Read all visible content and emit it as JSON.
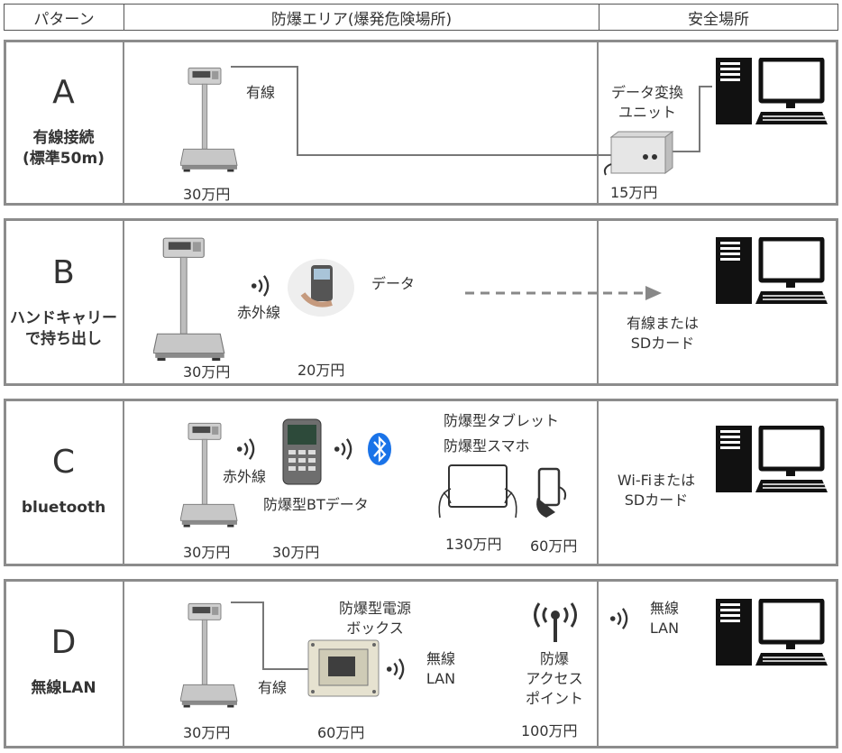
{
  "header": {
    "col1": "パターン",
    "col2": "防爆エリア(爆発危険場所)",
    "col3": "安全場所"
  },
  "rows": [
    {
      "letter": "A",
      "sub_lines": [
        "有線接続",
        "(標準50m)"
      ],
      "wire_label": "有線",
      "scale_price": "30万円",
      "converter_label_lines": [
        "データ変換",
        "ユニット"
      ],
      "converter_price": "15万円"
    },
    {
      "letter": "B",
      "sub_lines": [
        "ハンドキャリー",
        "で持ち出し"
      ],
      "ir_label": "赤外線",
      "data_label": "データ",
      "scale_price": "30万円",
      "handheld_price": "20万円",
      "safe_label_lines": [
        "有線または",
        "SDカード"
      ]
    },
    {
      "letter": "C",
      "sub_lines": [
        "bluetooth"
      ],
      "ir_label": "赤外線",
      "bt_device_label": "防爆型BTデータ",
      "tablet_label_lines": [
        "防爆型タブレット",
        "防爆型スマホ"
      ],
      "scale_price": "30万円",
      "bt_price": "30万円",
      "tablet_price": "130万円",
      "phone_price": "60万円",
      "safe_label_lines": [
        "Wi-Fiまたは",
        "SDカード"
      ]
    },
    {
      "letter": "D",
      "sub_lines": [
        "無線LAN"
      ],
      "power_box_label_lines": [
        "防爆型電源",
        "ボックス"
      ],
      "wire_label": "有線",
      "wlan_label_lines": [
        "無線",
        "LAN"
      ],
      "ap_label_lines": [
        "防爆",
        "アクセス",
        "ポイント"
      ],
      "scale_price": "30万円",
      "box_price": "60万円",
      "ap_price": "100万円",
      "safe_wlan_lines": [
        "無線",
        "LAN"
      ]
    }
  ],
  "icons": [
    "scale-icon",
    "computer-icon",
    "handheld-terminal-icon",
    "converter-unit-icon",
    "wireless-signal-icon",
    "bluetooth-icon",
    "tablet-icon",
    "smartphone-icon",
    "power-box-icon",
    "access-point-icon"
  ],
  "colors": {
    "border": "#8c8c8c",
    "text": "#333333",
    "bluetooth": "#1a73e8",
    "arrow": "#888888"
  }
}
